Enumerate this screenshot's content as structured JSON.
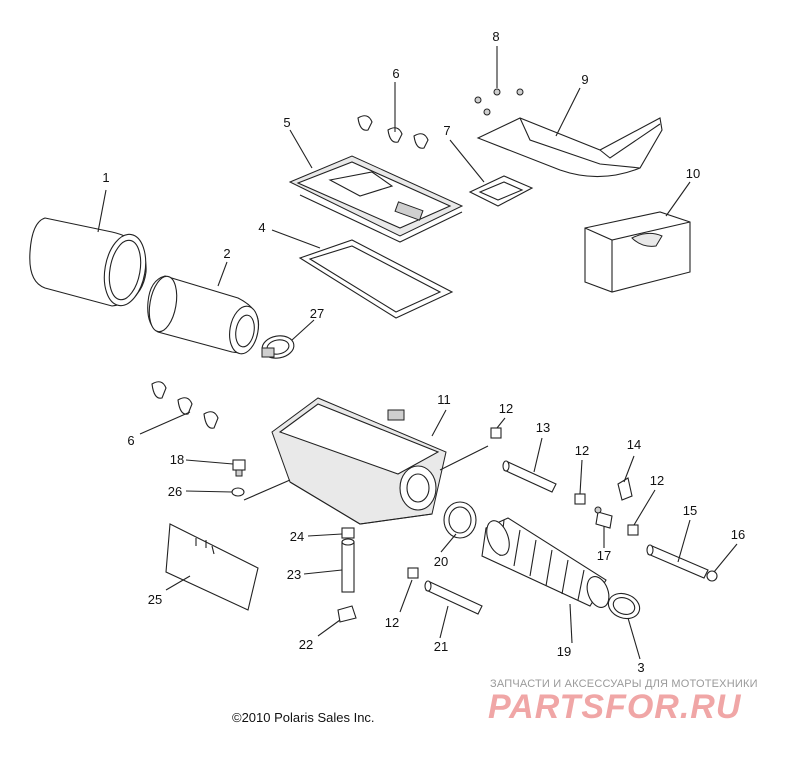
{
  "callouts": [
    "1",
    "2",
    "3",
    "4",
    "5",
    "6",
    "6",
    "7",
    "8",
    "9",
    "10",
    "11",
    "12",
    "12",
    "12",
    "12",
    "13",
    "14",
    "15",
    "16",
    "17",
    "18",
    "19",
    "20",
    "21",
    "22",
    "23",
    "24",
    "25",
    "26",
    "27"
  ],
  "footer": {
    "copyright": "©2010 Polaris Sales Inc."
  },
  "watermark": {
    "tagline": "ЗАПЧАСТИ И АКСЕССУАРЫ ДЛЯ МОТОТЕХНИКИ",
    "logo": "PARTSFOR.RU",
    "color": "#f0a6a6"
  }
}
